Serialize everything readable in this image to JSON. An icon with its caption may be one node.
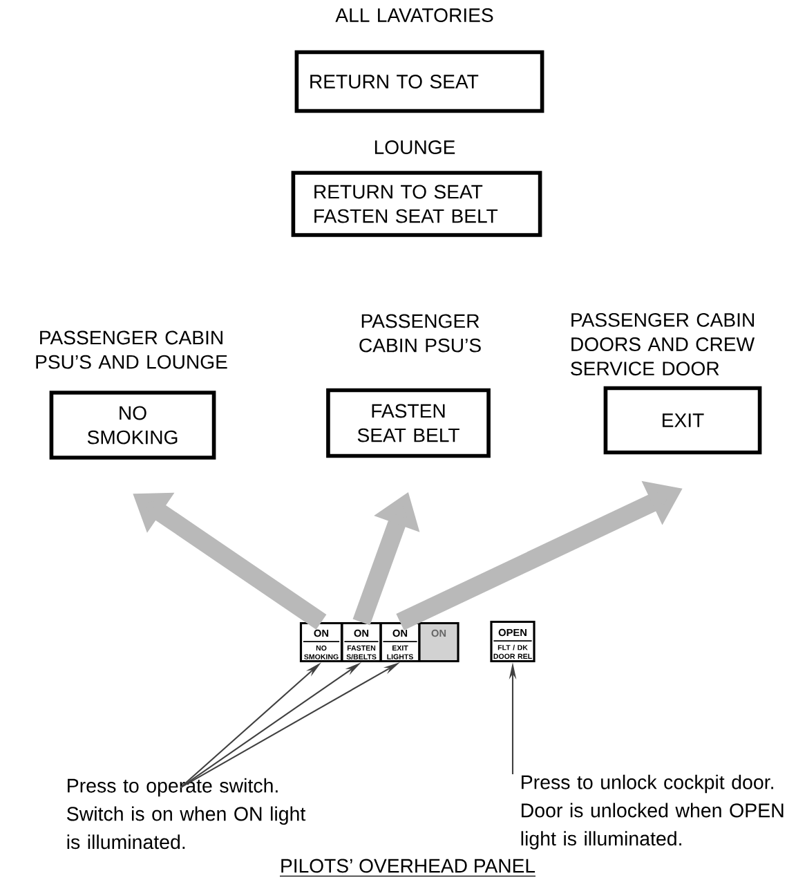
{
  "diagram": {
    "caption": "PILOTS’ OVERHEAD PANEL",
    "nodes": [
      {
        "text": [
          "ALL LAVATORIES",
          "RETURN TO SEAT"
        ]
      },
      {
        "text": [
          "LOUNGE",
          "RETURN TO SEAT FASTEN SEAT BELT"
        ]
      },
      {
        "text": [
          "PASSENGER CABIN PSU’S AND LOUNGE",
          "NO SMOKING"
        ]
      },
      {
        "text": [
          "PASSENGER CABIN PSU’S",
          "FASTEN SEAT BELT"
        ]
      },
      {
        "text": [
          "PASSENGER CABIN DOORS AND CREW SERVICE DOOR",
          "EXIT"
        ]
      },
      {
        "text": [
          "ON",
          "NO SMOKING"
        ]
      },
      {
        "text": [
          "ON",
          "FASTEN S/BELTS"
        ]
      },
      {
        "text": [
          "ON",
          "EXIT LIGHTS"
        ]
      },
      {
        "text": [
          "ON"
        ]
      },
      {
        "text": [
          "OPEN",
          "FLT / DK DOOR REL"
        ]
      },
      {
        "text": [
          "Press to operate switch. Switch is on when ON light is illuminated."
        ]
      },
      {
        "text": [
          "Press to unlock cockpit door. Door is unlocked when OPEN light is illuminated."
        ]
      }
    ],
    "edges": [
      {
        "from": 5,
        "to": 2,
        "arrow": "to",
        "style": "thick",
        "color": "#b9b9b9"
      },
      {
        "from": 6,
        "to": 3,
        "arrow": "to",
        "style": "thick",
        "color": "#b9b9b9"
      },
      {
        "from": 7,
        "to": 4,
        "arrow": "to",
        "style": "thick",
        "color": "#b9b9b9"
      },
      {
        "from": 10,
        "to": 5,
        "arrow": "to"
      },
      {
        "from": 10,
        "to": 6,
        "arrow": "to"
      },
      {
        "from": 10,
        "to": 7,
        "arrow": "to"
      },
      {
        "from": 11,
        "to": 9,
        "arrow": "to"
      }
    ]
  }
}
